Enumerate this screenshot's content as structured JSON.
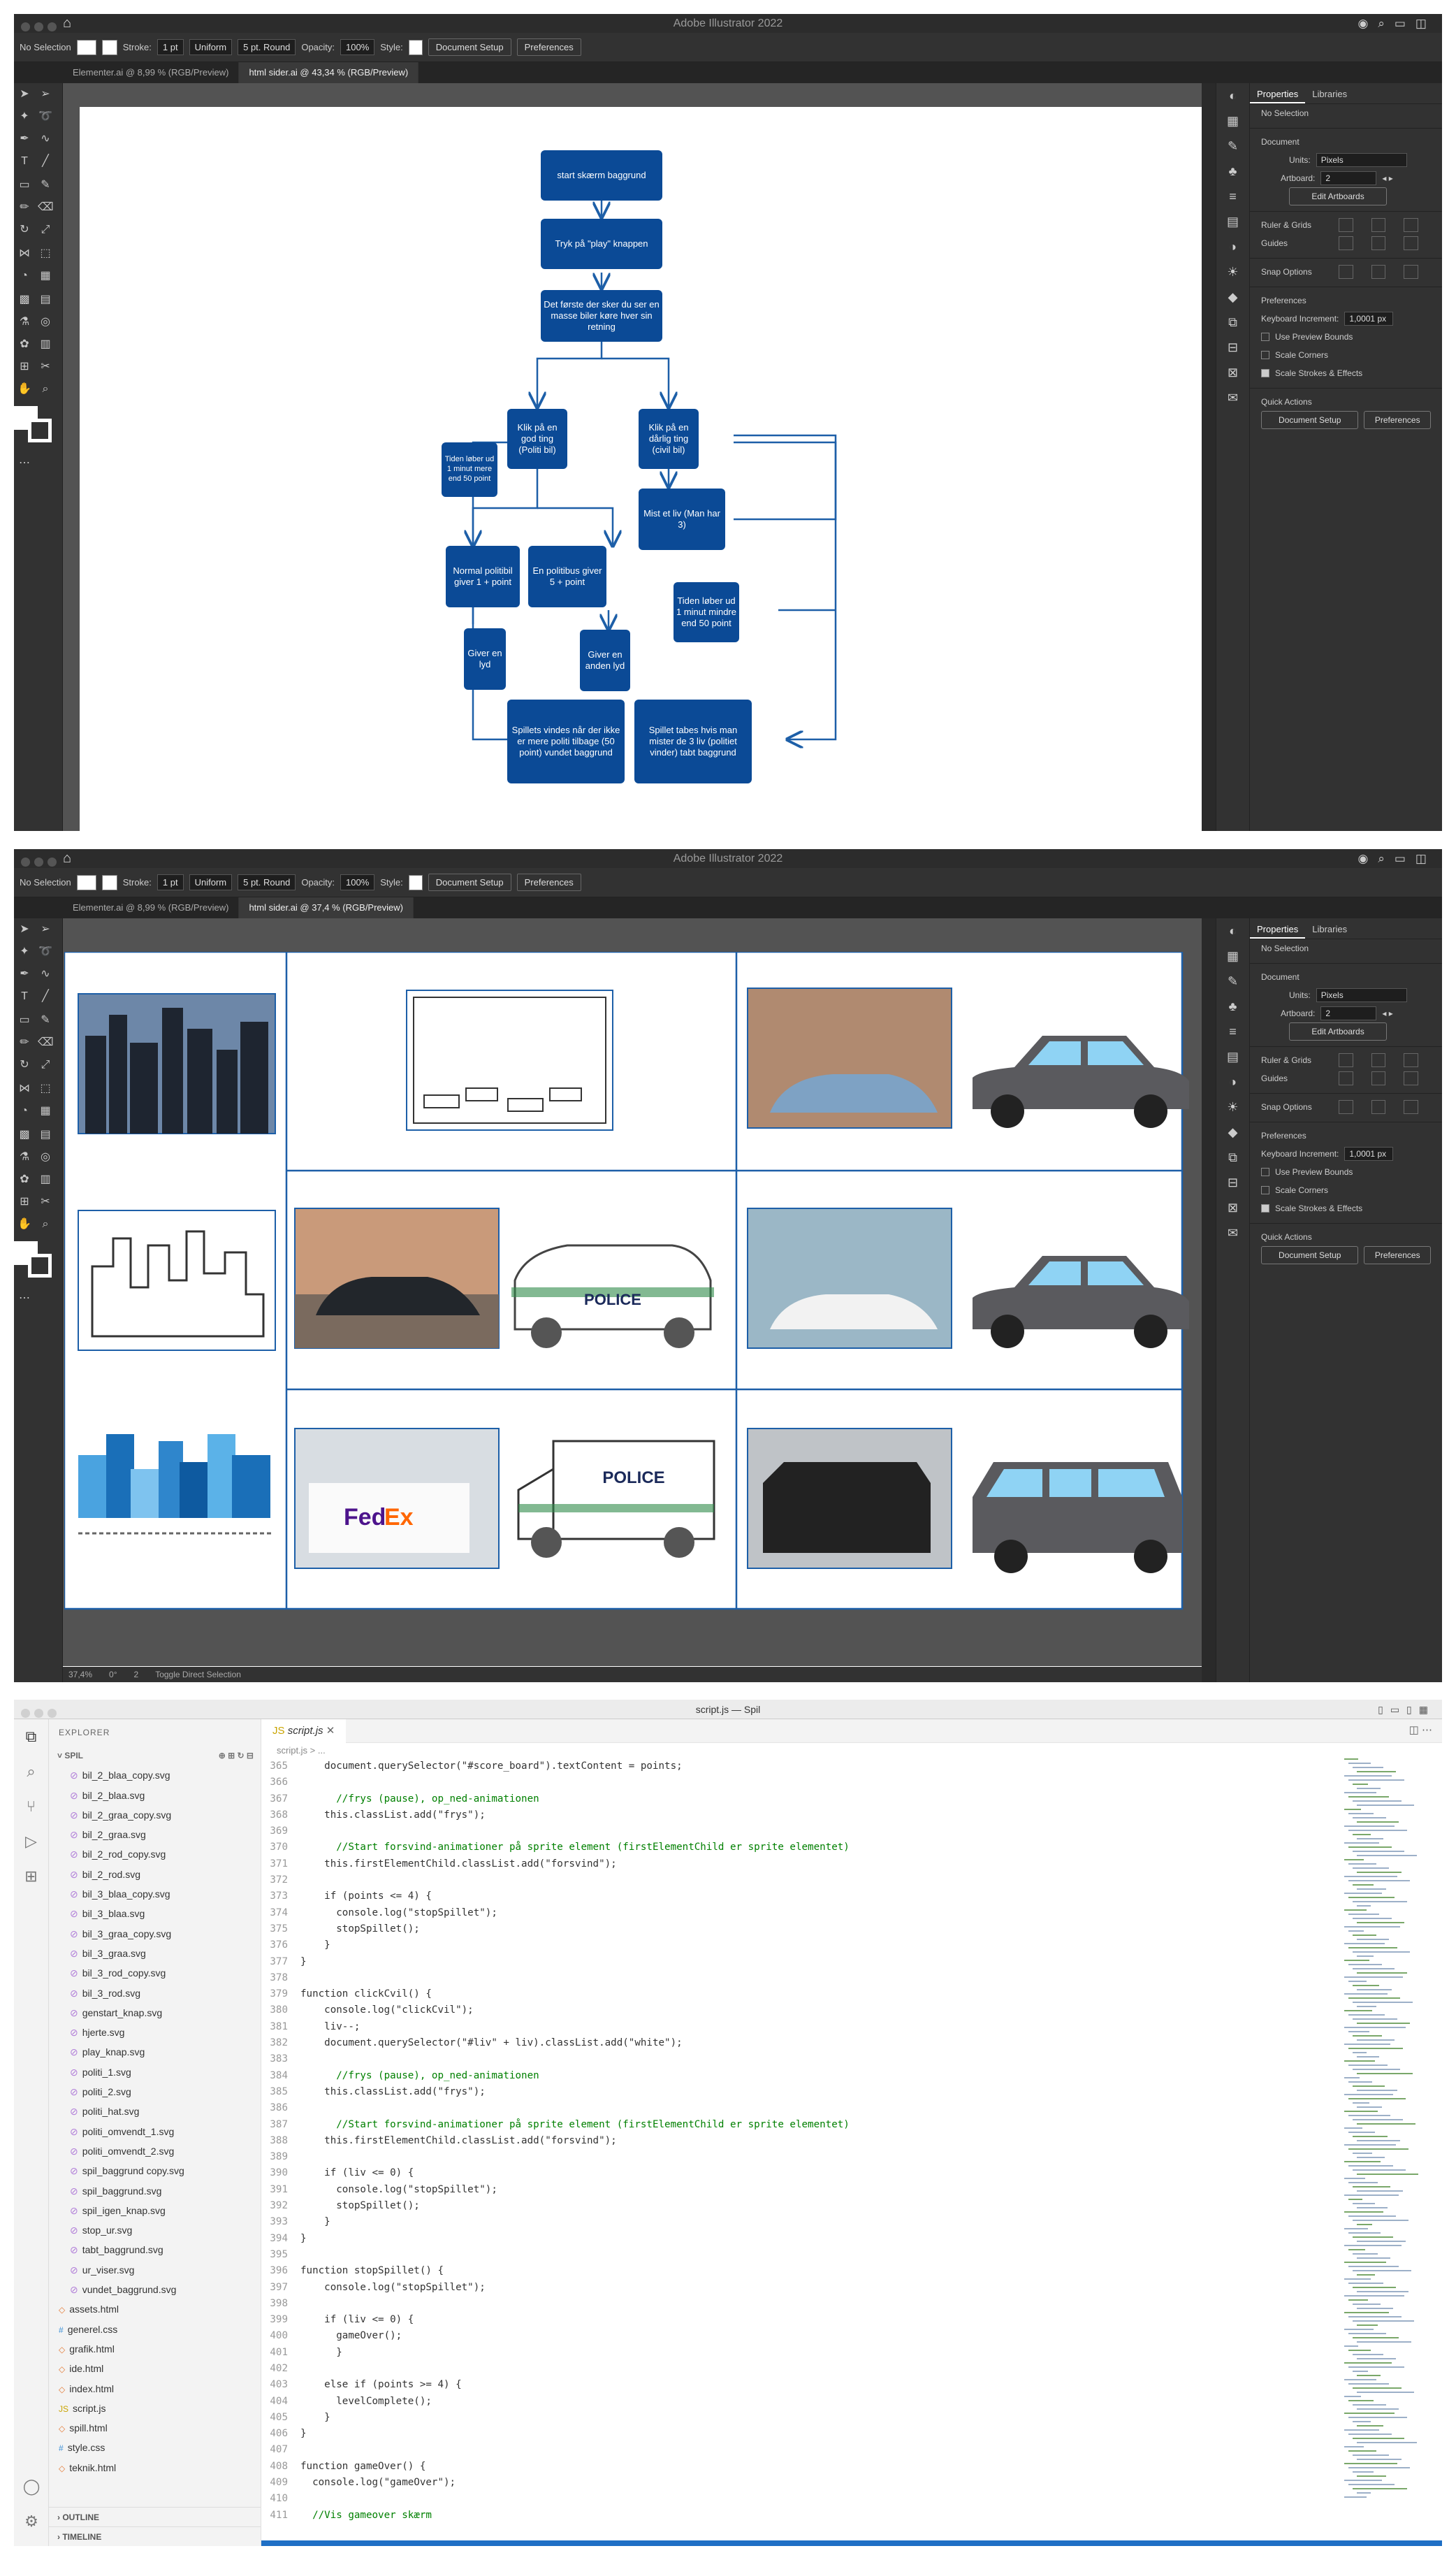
{
  "illustrator": {
    "app_title": "Adobe Illustrator 2022",
    "no_selection": "No Selection",
    "stroke_label": "Stroke:",
    "stroke_value": "1 pt",
    "uniform": "Uniform",
    "brush": "5 pt. Round",
    "opacity_label": "Opacity:",
    "opacity_value": "100%",
    "style_label": "Style:",
    "document_setup": "Document Setup",
    "preferences": "Preferences",
    "tab1": "Elementer.ai @ 8,99 % (RGB/Preview)",
    "tab2_w1": "html sider.ai @ 43,34 % (RGB/Preview)",
    "tab2_w2": "html sider.ai @ 37,4 % (RGB/Preview)",
    "panel": {
      "tab_properties": "Properties",
      "tab_libraries": "Libraries",
      "no_selection": "No Selection",
      "document": "Document",
      "units_label": "Units:",
      "units_value": "Pixels",
      "artboard_label": "Artboard:",
      "artboard_value": "2",
      "edit_artboards": "Edit Artboards",
      "ruler_grids": "Ruler & Grids",
      "guides": "Guides",
      "snap_options": "Snap Options",
      "preferences_head": "Preferences",
      "keyboard_increment": "Keyboard Increment:",
      "keyboard_value": "1,0001 px",
      "use_preview_bounds": "Use Preview Bounds",
      "scale_corners": "Scale Corners",
      "scale_strokes": "Scale Strokes & Effects",
      "quick_actions": "Quick Actions",
      "document_setup": "Document Setup",
      "preferences": "Preferences"
    },
    "bottom_status": {
      "zoom": "37,4%",
      "rotate": "0°",
      "artboard": "2",
      "tool": "Toggle Direct Selection"
    }
  },
  "flowchart": {
    "nodes": {
      "start": "start skærm baggrund",
      "tryk": "Tryk på \"play\" knappen",
      "first": "Det første der sker du ser en masse biler køre hver sin retning",
      "good": "Klik på en god ting (Politi bil)",
      "bad": "Klik på en dårlig ting (civil bil)",
      "time_more": "Tiden løber ud 1 minut mere end 50 point",
      "lose_life": "Mist et liv (Man har 3)",
      "normal": "Normal politibil giver 1 + point",
      "police": "En politibus giver 5 + point",
      "time_less": "Tiden løber ud 1 minut mindre end 50 point",
      "sound1": "Giver en lyd",
      "sound2": "Giver en anden lyd",
      "win": "Spillets vindes når der ikke er mere politi tilbage (50 point) vundet baggrund",
      "lose": "Spillet tabes hvis man mister de 3 liv (politiet vinder) tabt baggrund"
    }
  },
  "grid_page": {
    "police_label_1": "POLICE",
    "police_label_2": "POLICE",
    "fedex_fed": "Fed",
    "fedex_ex": "Ex"
  },
  "vscode": {
    "title": "script.js — Spil",
    "explorer": "EXPLORER",
    "folder": "SPIL",
    "tab": "script.js",
    "breadcrumb": "script.js > ...",
    "files": [
      "bil_2_blaa_copy.svg",
      "bil_2_blaa.svg",
      "bil_2_graa_copy.svg",
      "bil_2_graa.svg",
      "bil_2_rod_copy.svg",
      "bil_2_rod.svg",
      "bil_3_blaa_copy.svg",
      "bil_3_blaa.svg",
      "bil_3_graa_copy.svg",
      "bil_3_graa.svg",
      "bil_3_rod_copy.svg",
      "bil_3_rod.svg",
      "genstart_knap.svg",
      "hjerte.svg",
      "play_knap.svg",
      "politi_1.svg",
      "politi_2.svg",
      "politi_hat.svg",
      "politi_omvendt_1.svg",
      "politi_omvendt_2.svg",
      "spil_baggrund copy.svg",
      "spil_baggrund.svg",
      "spil_igen_knap.svg",
      "stop_ur.svg",
      "tabt_baggrund.svg",
      "ur_viser.svg",
      "vundet_baggrund.svg"
    ],
    "root_files": [
      "assets.html",
      "generel.css",
      "grafik.html",
      "ide.html",
      "index.html",
      "script.js",
      "spill.html",
      "style.css",
      "teknik.html"
    ],
    "outline": "OUTLINE",
    "timeline": "TIMELINE",
    "lines": [
      {
        "n": "365",
        "t": "    document.querySelector(\"#score_board\").textContent = points;"
      },
      {
        "n": "366",
        "t": ""
      },
      {
        "n": "367",
        "t": "      //frys (pause), op_ned-animationen"
      },
      {
        "n": "368",
        "t": "    this.classList.add(\"frys\");"
      },
      {
        "n": "369",
        "t": ""
      },
      {
        "n": "370",
        "t": "      //Start forsvind-animationer på sprite element (firstElementChild er sprite elementet)"
      },
      {
        "n": "371",
        "t": "    this.firstElementChild.classList.add(\"forsvind\");"
      },
      {
        "n": "372",
        "t": ""
      },
      {
        "n": "373",
        "t": "    if (points <= 4) {"
      },
      {
        "n": "374",
        "t": "      console.log(\"stopSpillet\");"
      },
      {
        "n": "375",
        "t": "      stopSpillet();"
      },
      {
        "n": "376",
        "t": "    }"
      },
      {
        "n": "377",
        "t": "}"
      },
      {
        "n": "378",
        "t": ""
      },
      {
        "n": "379",
        "t": "function clickCvil() {"
      },
      {
        "n": "380",
        "t": "    console.log(\"clickCvil\");"
      },
      {
        "n": "381",
        "t": "    liv--;"
      },
      {
        "n": "382",
        "t": "    document.querySelector(\"#liv\" + liv).classList.add(\"white\");"
      },
      {
        "n": "383",
        "t": ""
      },
      {
        "n": "384",
        "t": "      //frys (pause), op_ned-animationen"
      },
      {
        "n": "385",
        "t": "    this.classList.add(\"frys\");"
      },
      {
        "n": "386",
        "t": ""
      },
      {
        "n": "387",
        "t": "      //Start forsvind-animationer på sprite element (firstElementChild er sprite elementet)"
      },
      {
        "n": "388",
        "t": "    this.firstElementChild.classList.add(\"forsvind\");"
      },
      {
        "n": "389",
        "t": ""
      },
      {
        "n": "390",
        "t": "    if (liv <= 0) {"
      },
      {
        "n": "391",
        "t": "      console.log(\"stopSpillet\");"
      },
      {
        "n": "392",
        "t": "      stopSpillet();"
      },
      {
        "n": "393",
        "t": "    }"
      },
      {
        "n": "394",
        "t": "}"
      },
      {
        "n": "395",
        "t": ""
      },
      {
        "n": "396",
        "t": "function stopSpillet() {"
      },
      {
        "n": "397",
        "t": "    console.log(\"stopSpillet\");"
      },
      {
        "n": "398",
        "t": ""
      },
      {
        "n": "399",
        "t": "    if (liv <= 0) {"
      },
      {
        "n": "400",
        "t": "      gameOver();"
      },
      {
        "n": "401",
        "t": "      }"
      },
      {
        "n": "402",
        "t": ""
      },
      {
        "n": "403",
        "t": "    else if (points >= 4) {"
      },
      {
        "n": "404",
        "t": "      levelComplete();"
      },
      {
        "n": "405",
        "t": "    }"
      },
      {
        "n": "406",
        "t": "}"
      },
      {
        "n": "407",
        "t": ""
      },
      {
        "n": "408",
        "t": "function gameOver() {"
      },
      {
        "n": "409",
        "t": "  console.log(\"gameOver\");"
      },
      {
        "n": "410",
        "t": ""
      },
      {
        "n": "411",
        "t": "  //Vis gameover skærm"
      }
    ]
  },
  "colors": {
    "node_blue": "#0b4a96",
    "line_blue": "#1d5fa8",
    "ui_dark": "#323232",
    "canvas_gray": "#535353"
  }
}
